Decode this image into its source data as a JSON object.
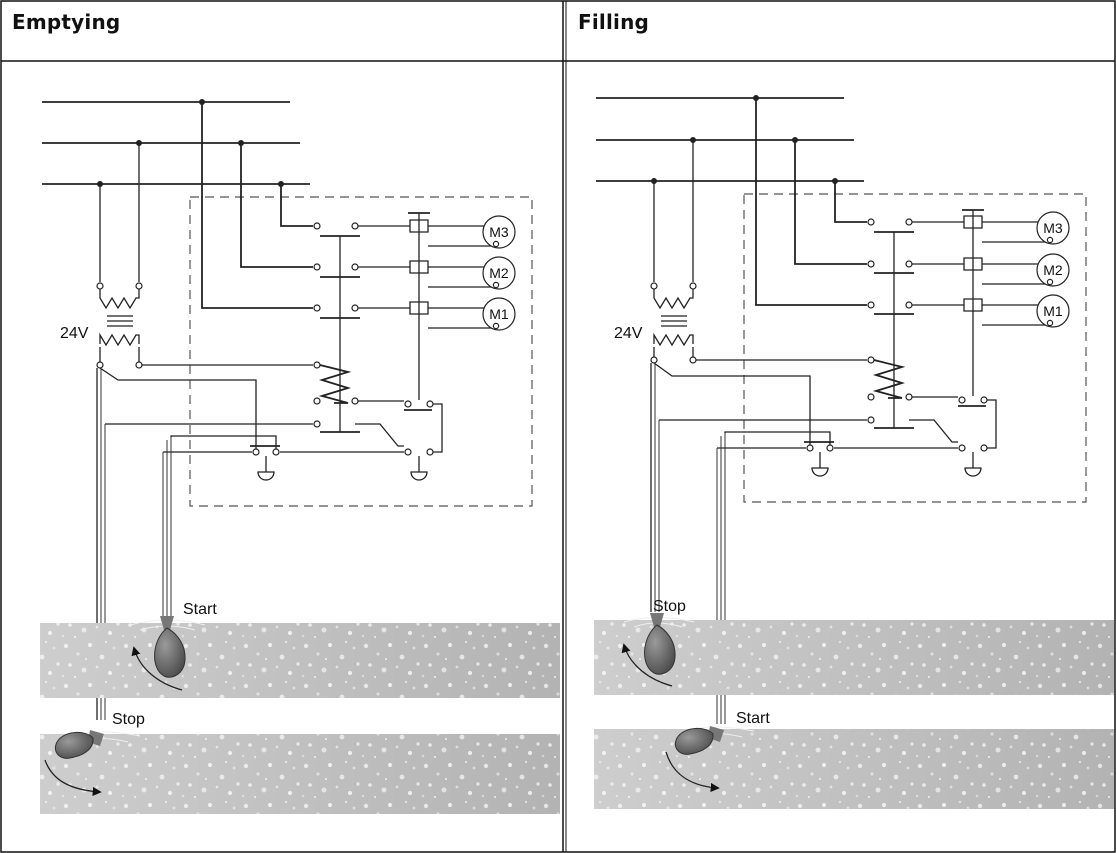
{
  "panels": {
    "left": {
      "title": "Emptying",
      "voltage": "24V",
      "motors": [
        "M3",
        "M2",
        "M1"
      ],
      "upper_switch_label": "Start",
      "lower_switch_label": "Stop"
    },
    "right": {
      "title": "Filling",
      "voltage": "24V",
      "motors": [
        "M3",
        "M2",
        "M1"
      ],
      "upper_switch_label": "Stop",
      "lower_switch_label": "Start"
    }
  },
  "colors": {
    "line": "#222222",
    "liquid": "#b8b8b8",
    "float": "#6a6a6a",
    "background": "#ffffff"
  }
}
